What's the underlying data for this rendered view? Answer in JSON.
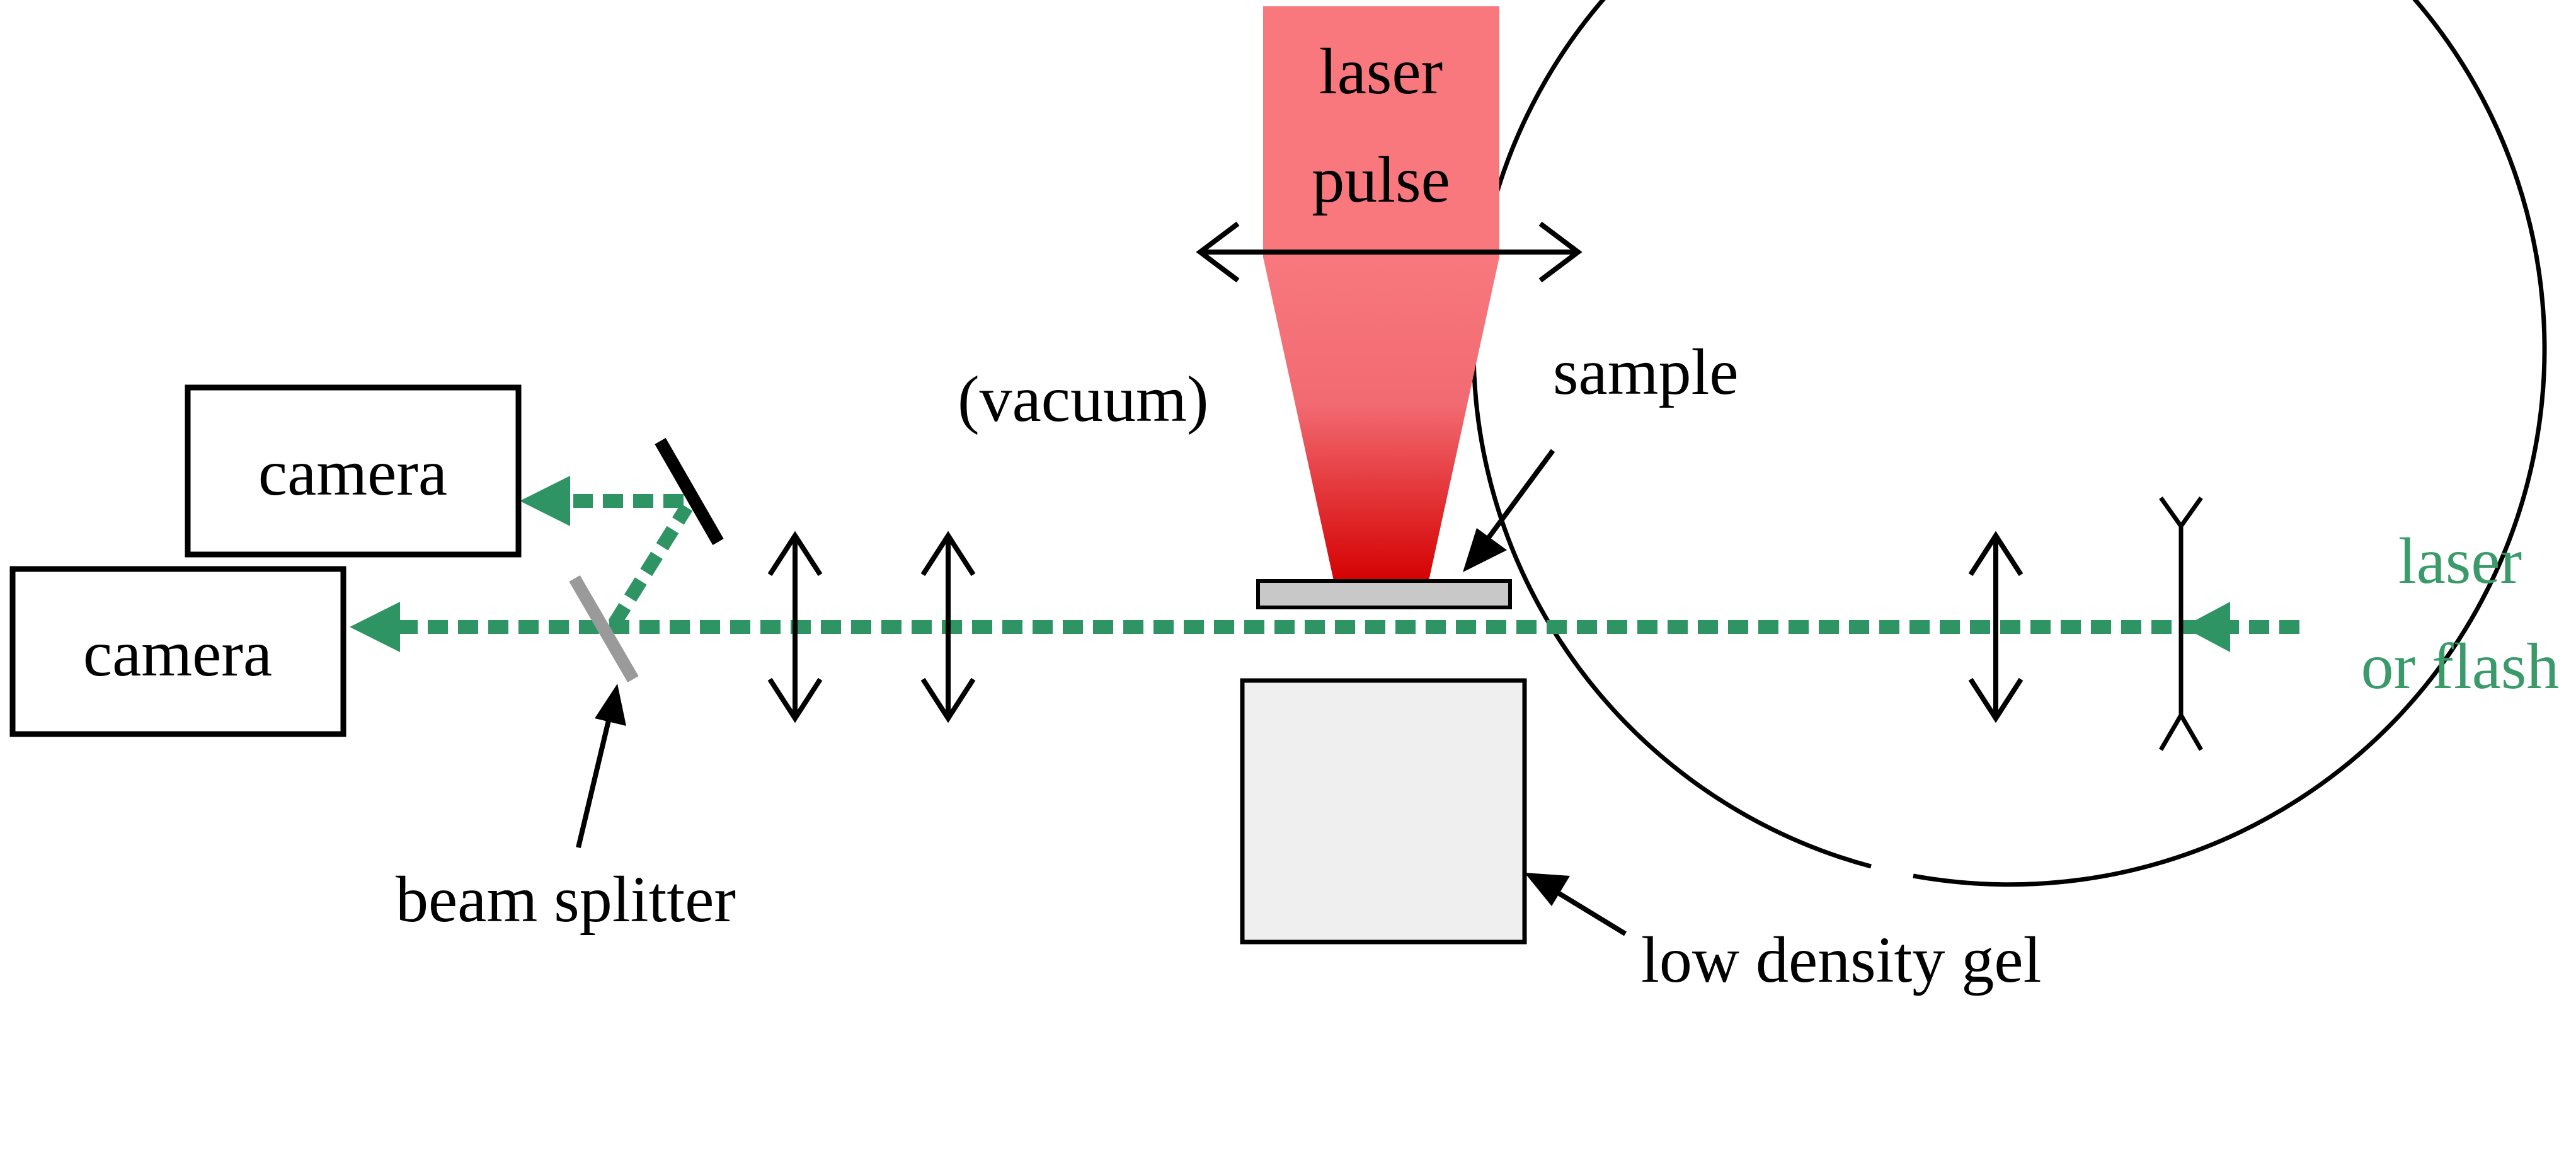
{
  "labels": {
    "laser_pulse_line1": "laser",
    "laser_pulse_line2": "pulse",
    "vacuum": "(vacuum)",
    "sample": "sample",
    "camera_top": "camera",
    "camera_bottom": "camera",
    "beam_splitter": "beam splitter",
    "low_density_gel": "low density gel",
    "source_line1": "laser",
    "source_line2": "or flash"
  },
  "colors": {
    "probe_beam": "#2e9464",
    "source_text": "#3a9a6a",
    "pulse_top": "#f8787e",
    "pulse_bottom": "#d40000",
    "sample_fill": "#c8c8c8",
    "gel_fill": "#efefef",
    "beam_splitter": "#9a9a9a"
  }
}
